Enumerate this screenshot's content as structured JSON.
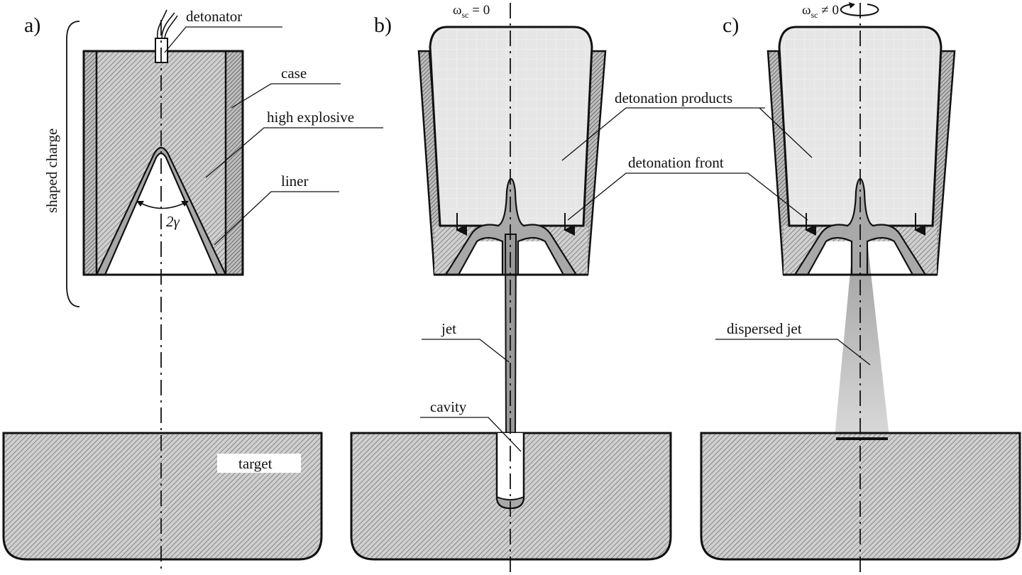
{
  "panels": {
    "a": {
      "tag": "a)",
      "side_label": "shaped charge"
    },
    "b": {
      "tag": "b)",
      "omega": "ω",
      "omega_sub": "sc",
      "omega_rel": " = 0"
    },
    "c": {
      "tag": "c)",
      "omega": "ω",
      "omega_sub": "sc",
      "omega_rel": " ≠ 0"
    }
  },
  "labels": {
    "detonator": "detonator",
    "case": "case",
    "high_explosive": "high explosive",
    "liner": "liner",
    "angle": "2γ",
    "target": "target",
    "detonation_products": "detonation products",
    "detonation_front": "detonation front",
    "jet": "jet",
    "cavity": "cavity",
    "dispersed_jet": "dispersed jet"
  },
  "colors": {
    "hatch_bg": "#cfcfcf",
    "products_fill": "#e6e6e6",
    "liner_fill": "#a8a8a8",
    "outline": "#111111"
  }
}
